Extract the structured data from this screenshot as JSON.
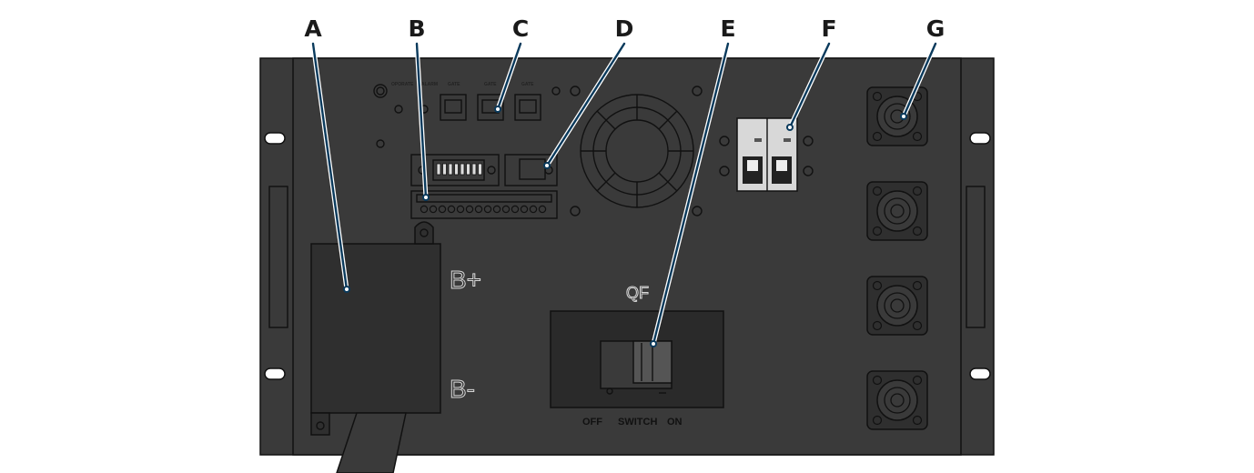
{
  "callouts": [
    "A",
    "B",
    "C",
    "D",
    "E",
    "F",
    "G"
  ],
  "panel_labels": {
    "operate": "OPORATE",
    "alarm": "ALARM",
    "gate_1": "GATE",
    "gate_2": "GATE",
    "gate_3": "GATE",
    "qf": "QF",
    "b_plus": "B+",
    "b_minus": "B-",
    "off": "OFF",
    "switch": "SWITCH",
    "on": "ON"
  },
  "colors": {
    "panel": "#3a3a3a",
    "leader": "#0a3a5c",
    "background": "#ffffff"
  }
}
